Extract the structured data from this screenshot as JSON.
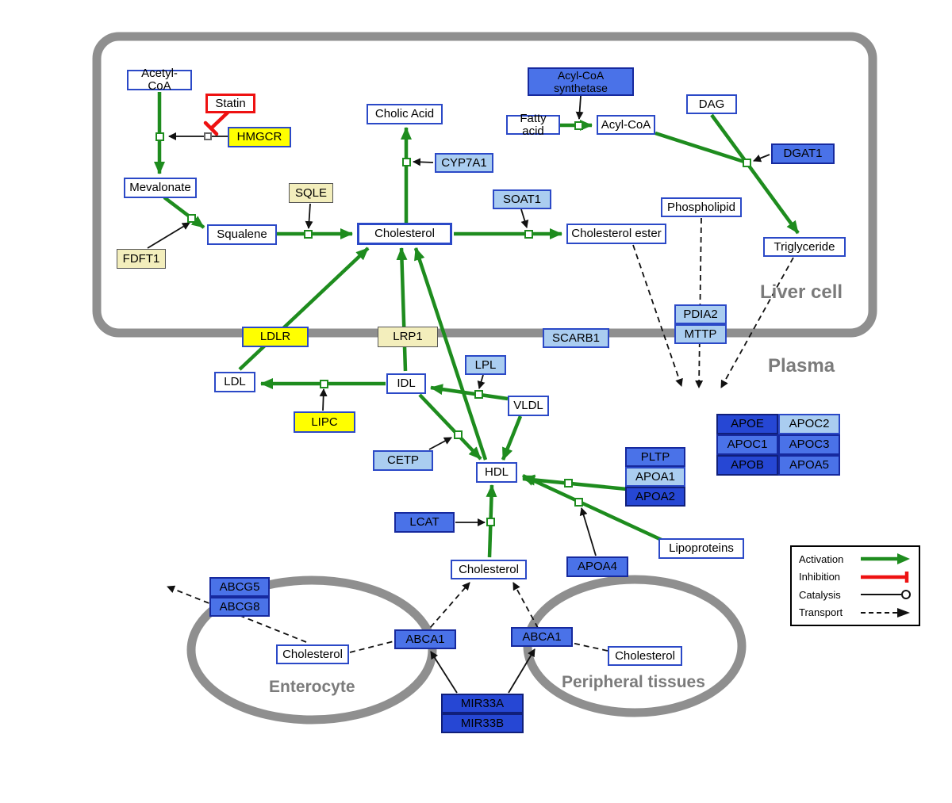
{
  "regions": {
    "liver_cell": "Liver cell",
    "plasma": "Plasma",
    "enterocyte": "Enterocyte",
    "peripheral_tissues": "Peripheral tissues"
  },
  "nodes": {
    "acetyl_coa": "Acetyl-CoA",
    "statin": "Statin",
    "hmgcr": "HMGCR",
    "mevalonate": "Mevalonate",
    "sqle": "SQLE",
    "fdft1": "FDFT1",
    "squalene": "Squalene",
    "cholesterol_liver": "Cholesterol",
    "cholic_acid": "Cholic Acid",
    "cyp7a1": "CYP7A1",
    "soat1": "SOAT1",
    "cholesterol_ester": "Cholesterol ester",
    "acyl_coa_synthetase": "Acyl-CoA synthetase",
    "fatty_acid": "Fatty acid",
    "acyl_coa": "Acyl-CoA",
    "dag": "DAG",
    "dgat1": "DGAT1",
    "phospholipid": "Phospholipid",
    "triglyceride": "Triglyceride",
    "ldlr": "LDLR",
    "lrp1": "LRP1",
    "scarb1": "SCARB1",
    "pdia2": "PDIA2",
    "mttp": "MTTP",
    "ldl": "LDL",
    "idl": "IDL",
    "lpl": "LPL",
    "vldl": "VLDL",
    "lipc": "LIPC",
    "cetp": "CETP",
    "hdl": "HDL",
    "pltp": "PLTP",
    "apoa1": "APOA1",
    "apoa2": "APOA2",
    "lcat": "LCAT",
    "apoa4": "APOA4",
    "lipoproteins": "Lipoproteins",
    "apoe": "APOE",
    "apoc2": "APOC2",
    "apoc1": "APOC1",
    "apoc3": "APOC3",
    "apob": "APOB",
    "apoa5": "APOA5",
    "cholesterol_plasma": "Cholesterol",
    "abcg5": "ABCG5",
    "abcg8": "ABCG8",
    "cholesterol_enterocyte": "Cholesterol",
    "abca1_enterocyte": "ABCA1",
    "abca1_peripheral": "ABCA1",
    "cholesterol_peripheral": "Cholesterol",
    "mir33a": "MIR33A",
    "mir33b": "MIR33B"
  },
  "legend": {
    "activation": "Activation",
    "inhibition": "Inhibition",
    "catalysis": "Catalysis",
    "transport": "Transport"
  },
  "colors": {
    "activation_green": "#1e8c1e",
    "inhibition_red": "#ee1111",
    "entity_border_blue": "#2b49c7",
    "gene_yellow": "#ffff00",
    "gene_pale_yellow": "#f3eebc",
    "gene_light_blue": "#aacdf0",
    "gene_blue": "#4a72e8",
    "gene_dark_blue": "#2647d4",
    "membrane_gray": "#8f8f8f"
  }
}
